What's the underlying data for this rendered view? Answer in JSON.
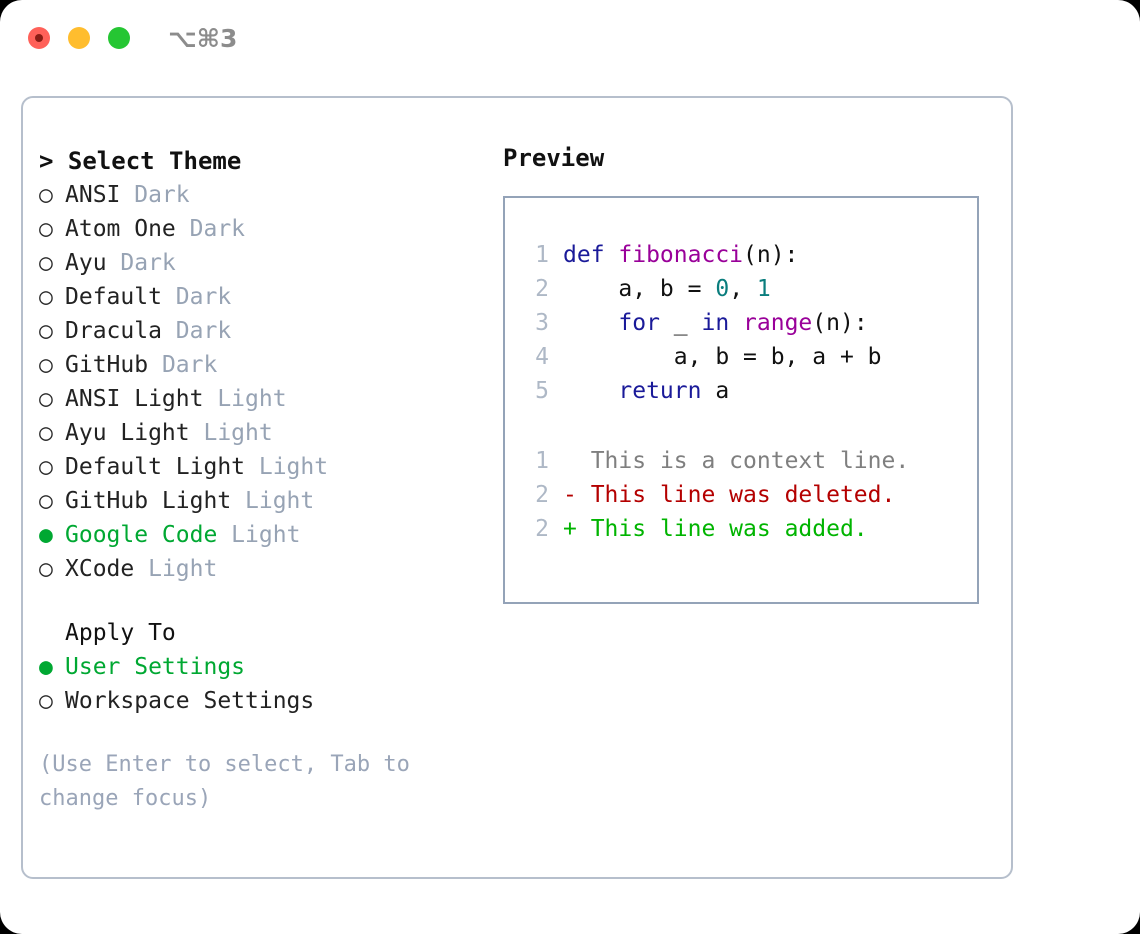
{
  "window": {
    "shortcut": "⌥⌘3",
    "traffic_lights": [
      "close-dot",
      "minimize-dot",
      "maximize-dot"
    ],
    "colors": {
      "close": "#ff6159",
      "minimize": "#ffbd2e",
      "maximize": "#25c633",
      "accent_green": "#00a832",
      "border": "#b6bfcc",
      "muted": "#97a3b4"
    }
  },
  "theme_picker": {
    "heading": "> Select Theme",
    "items": [
      {
        "marker": "○",
        "name": "ANSI",
        "badge": "Dark",
        "selected": false
      },
      {
        "marker": "○",
        "name": "Atom One",
        "badge": "Dark",
        "selected": false
      },
      {
        "marker": "○",
        "name": "Ayu",
        "badge": "Dark",
        "selected": false
      },
      {
        "marker": "○",
        "name": "Default",
        "badge": "Dark",
        "selected": false
      },
      {
        "marker": "○",
        "name": "Dracula",
        "badge": "Dark",
        "selected": false
      },
      {
        "marker": "○",
        "name": "GitHub",
        "badge": "Dark",
        "selected": false
      },
      {
        "marker": "○",
        "name": "ANSI Light",
        "badge": "Light",
        "selected": false
      },
      {
        "marker": "○",
        "name": "Ayu Light",
        "badge": "Light",
        "selected": false
      },
      {
        "marker": "○",
        "name": "Default Light",
        "badge": "Light",
        "selected": false
      },
      {
        "marker": "○",
        "name": "GitHub Light",
        "badge": "Light",
        "selected": false
      },
      {
        "marker": "●",
        "name": "Google Code",
        "badge": "Light",
        "selected": true
      },
      {
        "marker": "○",
        "name": "XCode",
        "badge": "Light",
        "selected": false
      }
    ]
  },
  "apply_to": {
    "heading": "Apply To",
    "options": [
      {
        "marker": "●",
        "label": "User Settings",
        "selected": true
      },
      {
        "marker": "○",
        "label": "Workspace Settings",
        "selected": false
      }
    ]
  },
  "hint": "(Use Enter to select, Tab to change focus)",
  "preview": {
    "title": "Preview",
    "code_lines": [
      {
        "no": "1",
        "tokens": [
          {
            "t": "def ",
            "c": "kw"
          },
          {
            "t": "fibonacci",
            "c": "fn"
          },
          {
            "t": "(n):",
            "c": "txt"
          }
        ]
      },
      {
        "no": "2",
        "tokens": [
          {
            "t": "    a, b = ",
            "c": "txt"
          },
          {
            "t": "0",
            "c": "num"
          },
          {
            "t": ", ",
            "c": "txt"
          },
          {
            "t": "1",
            "c": "num"
          }
        ]
      },
      {
        "no": "3",
        "tokens": [
          {
            "t": "    ",
            "c": "txt"
          },
          {
            "t": "for",
            "c": "kw"
          },
          {
            "t": " _ ",
            "c": "txt"
          },
          {
            "t": "in",
            "c": "kw"
          },
          {
            "t": " ",
            "c": "txt"
          },
          {
            "t": "range",
            "c": "fn"
          },
          {
            "t": "(n):",
            "c": "txt"
          }
        ]
      },
      {
        "no": "4",
        "tokens": [
          {
            "t": "        a, b = b, a + b",
            "c": "txt"
          }
        ]
      },
      {
        "no": "5",
        "tokens": [
          {
            "t": "    ",
            "c": "txt"
          },
          {
            "t": "return",
            "c": "kw"
          },
          {
            "t": " a",
            "c": "txt"
          }
        ]
      }
    ],
    "diff_lines": [
      {
        "no": "1",
        "sign": "  ",
        "text": "This is a context line.",
        "kind": "context"
      },
      {
        "no": "2",
        "sign": "- ",
        "text": "This line was deleted.",
        "kind": "deleted"
      },
      {
        "no": "2",
        "sign": "+ ",
        "text": "This line was added.",
        "kind": "added"
      }
    ]
  },
  "syntax_colors": {
    "keyword": "#1a1a99",
    "function": "#990099",
    "number": "#0a7d7d",
    "text": "#111111",
    "line_number": "#aeb8c6",
    "diff_context": "#7f7f7f",
    "diff_deleted": "#b40000",
    "diff_added": "#00b400"
  }
}
